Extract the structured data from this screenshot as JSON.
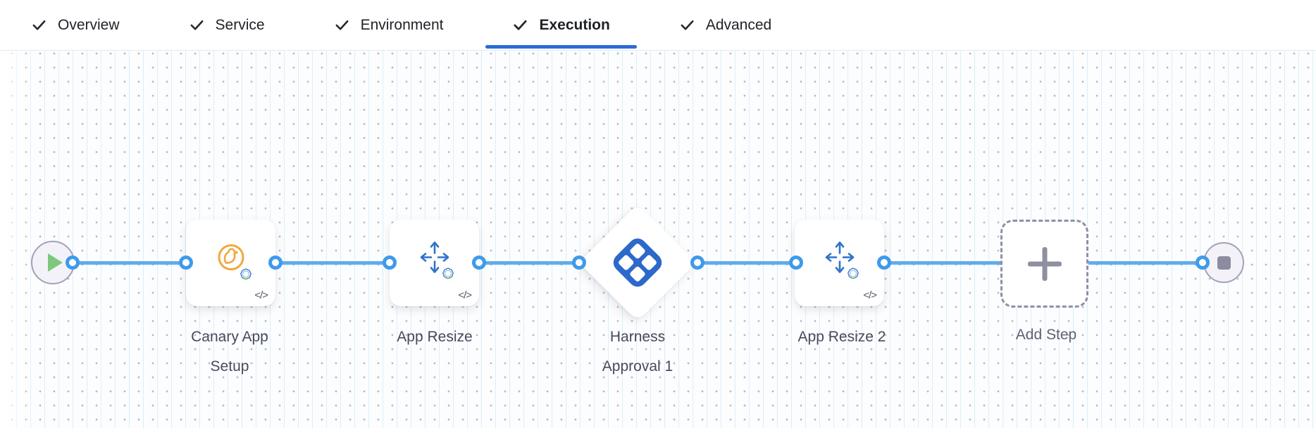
{
  "tabs": {
    "items": [
      {
        "label": "Overview",
        "checked": true,
        "active": false
      },
      {
        "label": "Service",
        "checked": true,
        "active": false
      },
      {
        "label": "Environment",
        "checked": true,
        "active": false
      },
      {
        "label": "Execution",
        "checked": true,
        "active": true
      },
      {
        "label": "Advanced",
        "checked": true,
        "active": false
      }
    ]
  },
  "pipeline": {
    "nodes": [
      {
        "id": "start",
        "type": "start-node",
        "icon": "play-icon"
      },
      {
        "id": "canary-app-setup",
        "type": "step-card",
        "icon": "canary-icon",
        "label": "Canary App Setup",
        "badge": "</>"
      },
      {
        "id": "app-resize",
        "type": "step-card",
        "icon": "resize-arrows-icon",
        "label": "App Resize",
        "badge": "</>"
      },
      {
        "id": "harness-approval",
        "type": "approval-diamond",
        "icon": "harness-logo-icon",
        "label": "Harness Approval 1"
      },
      {
        "id": "app-resize-2",
        "type": "step-card",
        "icon": "resize-arrows-icon",
        "label": "App Resize 2",
        "badge": "</>"
      },
      {
        "id": "add-step",
        "type": "add-step-placeholder",
        "icon": "plus-icon",
        "label": "Add Step"
      },
      {
        "id": "end",
        "type": "end-node",
        "icon": "stop-icon"
      }
    ]
  },
  "colors": {
    "active_tab_underline": "#2b6cd4",
    "connector_blue": "#5fadee",
    "port_ring_blue": "#3f9aea",
    "harness_logo_blue": "#2d68cb",
    "resize_arrow_blue": "#2e73c9",
    "canary_orange": "#f0a83e",
    "play_green": "#7cc87c",
    "node_border_gray": "#a3a1b7",
    "stop_gray": "#8d8ba1",
    "label_text": "#474a5c"
  }
}
